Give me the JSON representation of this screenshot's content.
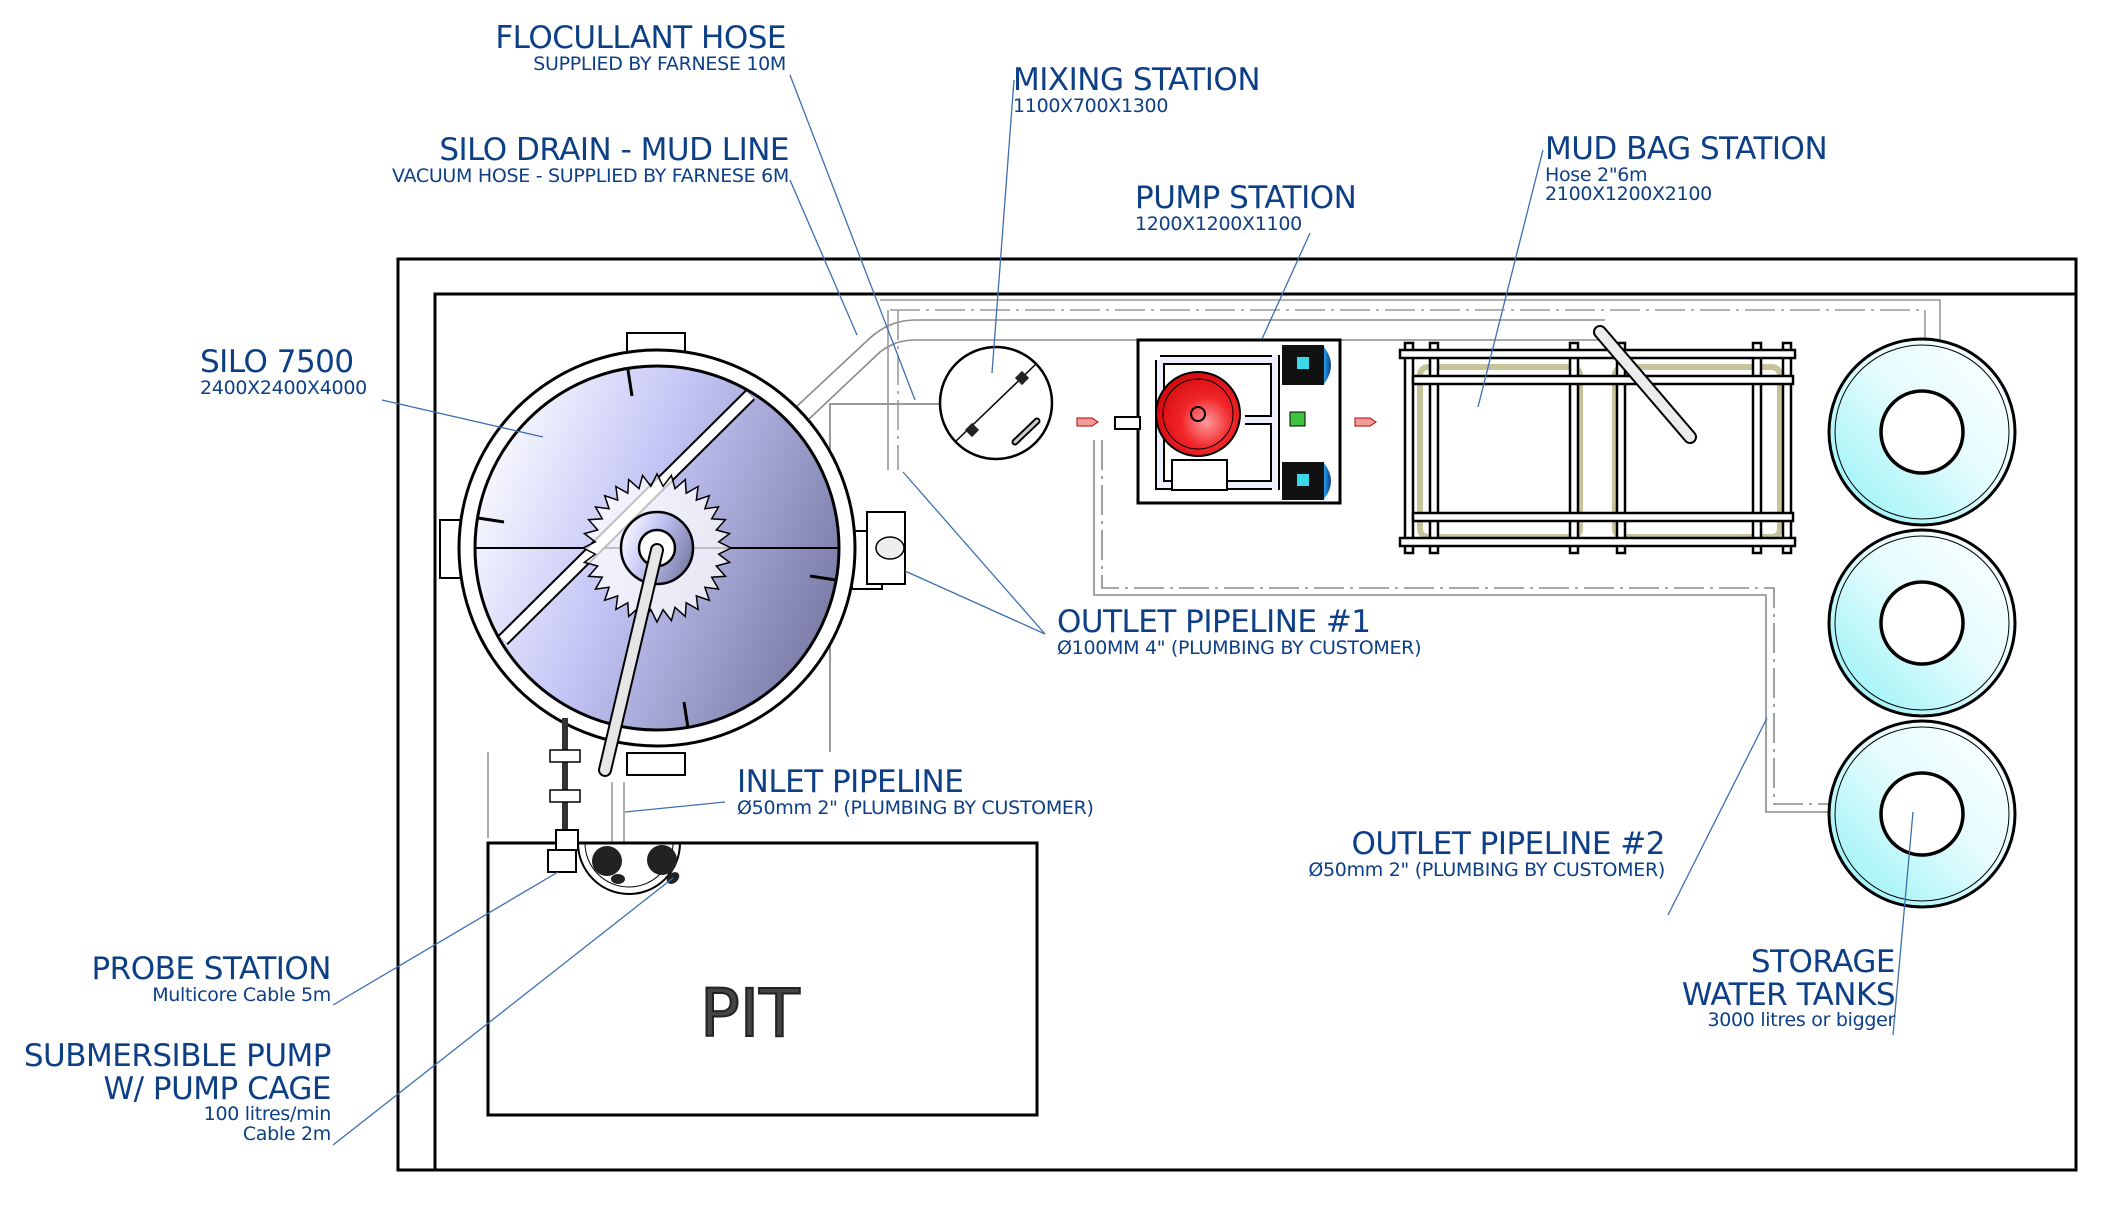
{
  "title": "Site layout plan - water treatment system",
  "colors": {
    "label": "#0d3f86",
    "leader": "#3d6fb0",
    "silo_fill": "#9ea0e0",
    "tank_fill": "#9ef2f6",
    "pump_tank": "#e8141a",
    "motor_cap": "#1f7fd0",
    "mudbag_bag": "#f4f0c8"
  },
  "labels": {
    "flocullant_hose": {
      "title": "FLOCULLANT HOSE",
      "sub": [
        "SUPPLIED BY FARNESE 10M"
      ]
    },
    "silo_drain": {
      "title": "SILO DRAIN - MUD LINE",
      "sub": [
        "VACUUM HOSE - SUPPLIED BY FARNESE 6M"
      ]
    },
    "mixing_station": {
      "title": "MIXING STATION",
      "sub": [
        "1100X700X1300"
      ]
    },
    "pump_station": {
      "title": "PUMP STATION",
      "sub": [
        "1200X1200X1100"
      ]
    },
    "mud_bag_station": {
      "title": "MUD BAG STATION",
      "sub": [
        "Hose 2\"6m",
        "2100X1200X2100"
      ]
    },
    "silo": {
      "title": "SILO 7500",
      "sub": [
        "2400X2400X4000"
      ]
    },
    "outlet_pipeline_1": {
      "title": "OUTLET PIPELINE #1",
      "sub": [
        "Ø100MM 4\" (PLUMBING BY CUSTOMER)"
      ]
    },
    "inlet_pipeline": {
      "title": "INLET PIPELINE",
      "sub": [
        "Ø50mm 2\" (PLUMBING BY CUSTOMER)"
      ]
    },
    "outlet_pipeline_2": {
      "title": "OUTLET PIPELINE #2",
      "sub": [
        "Ø50mm 2\" (PLUMBING BY CUSTOMER)"
      ]
    },
    "storage_tanks": {
      "title": [
        "STORAGE",
        "WATER TANKS"
      ],
      "sub": [
        "3000 litres or bigger"
      ]
    },
    "probe_station": {
      "title": "PROBE STATION",
      "sub": [
        "Multicore Cable 5m"
      ]
    },
    "submersible_pump": {
      "title": [
        "SUBMERSIBLE PUMP",
        "W/ PUMP CAGE"
      ],
      "sub": [
        "100 litres/min",
        "Cable 2m"
      ]
    },
    "pit": "PIT"
  },
  "components": {
    "storage_tank_count": 3
  }
}
